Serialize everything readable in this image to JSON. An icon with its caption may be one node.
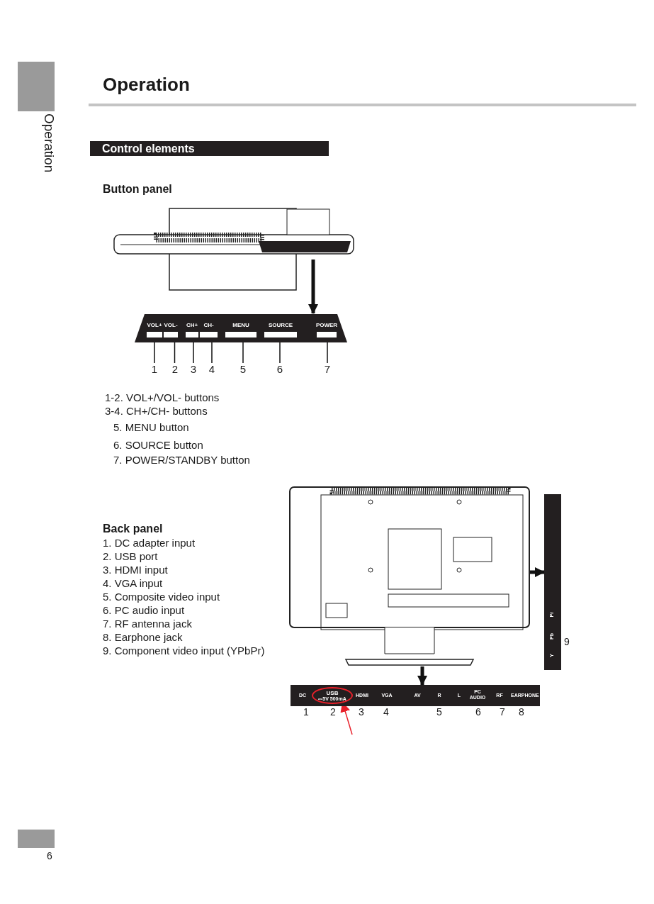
{
  "diagram": {
    "title": "Operation",
    "nodes": [
      {
        "text": [],
        "shape": "picture"
      },
      {
        "text": [],
        "shape": "bar"
      },
      {
        "text": [
          "VOL+"
        ],
        "in": 1
      },
      {
        "text": [
          "VOL-"
        ],
        "in": 1
      },
      {
        "text": [
          "CH+"
        ],
        "in": 1
      },
      {
        "text": [
          "CH-"
        ],
        "in": 1
      },
      {
        "text": [
          "MENU"
        ],
        "in": 1
      },
      {
        "text": [
          "SOURCE"
        ],
        "in": 1
      },
      {
        "text": [
          "POWER"
        ],
        "in": 1
      },
      {
        "text": [
          "1"
        ]
      },
      {
        "text": [
          "2"
        ]
      },
      {
        "text": [
          "3"
        ]
      },
      {
        "text": [
          "4"
        ]
      },
      {
        "text": [
          "5"
        ]
      },
      {
        "text": [
          "6"
        ]
      },
      {
        "text": [
          "7"
        ]
      },
      {
        "text": [],
        "shape": "picture"
      },
      {
        "text": [
          "Y",
          "Pb",
          "Pr"
        ],
        "beside": [
          "9"
        ]
      },
      {
        "text": [
          "DC",
          "HDMI",
          "VGA",
          "AV",
          "R",
          "L",
          "PC AUDIO",
          "RF",
          "EARPHONE"
        ]
      },
      {
        "text": [
          "USB",
          "⎓5V 500mA"
        ],
        "in": 18
      }
    ],
    "edges": [
      {
        "from": 0,
        "to": 1,
        "arrow": "to",
        "style": "thick"
      },
      {
        "from": 9,
        "to": 2,
        "arrow": "none"
      },
      {
        "from": 10,
        "to": 3,
        "arrow": "none"
      },
      {
        "from": 11,
        "to": 4,
        "arrow": "none"
      },
      {
        "from": 12,
        "to": 5,
        "arrow": "none"
      },
      {
        "from": 13,
        "to": 6,
        "arrow": "none"
      },
      {
        "from": 14,
        "to": 7,
        "arrow": "none"
      },
      {
        "from": 15,
        "to": 8,
        "arrow": "none"
      },
      {
        "from": 16,
        "to": 17,
        "arrow": "to",
        "style": "thick"
      },
      {
        "from": 16,
        "to": 18,
        "arrow": "to",
        "style": "thick"
      },
      {
        "from": null,
        "to": 19,
        "arrow": "to",
        "color": "#e8202a"
      }
    ],
    "labels": [
      "Operation",
      "Control elements",
      "Button panel",
      "1-2. VOL+/VOL- buttons",
      "3-4. CH+/CH- buttons",
      "5. MENU button",
      "6. SOURCE button",
      "7. POWER/STANDBY button",
      "Back panel",
      "1. DC adapter input",
      "2. USB port",
      "3. HDMI input",
      "4. VGA input",
      "5. Composite video input",
      "6. PC audio input",
      "7. RF antenna jack",
      "8. Earphone jack",
      "9. Component video input (YPbPr)",
      "1",
      "2",
      "3",
      "4",
      "5",
      "6",
      "7",
      "8",
      "6"
    ]
  }
}
